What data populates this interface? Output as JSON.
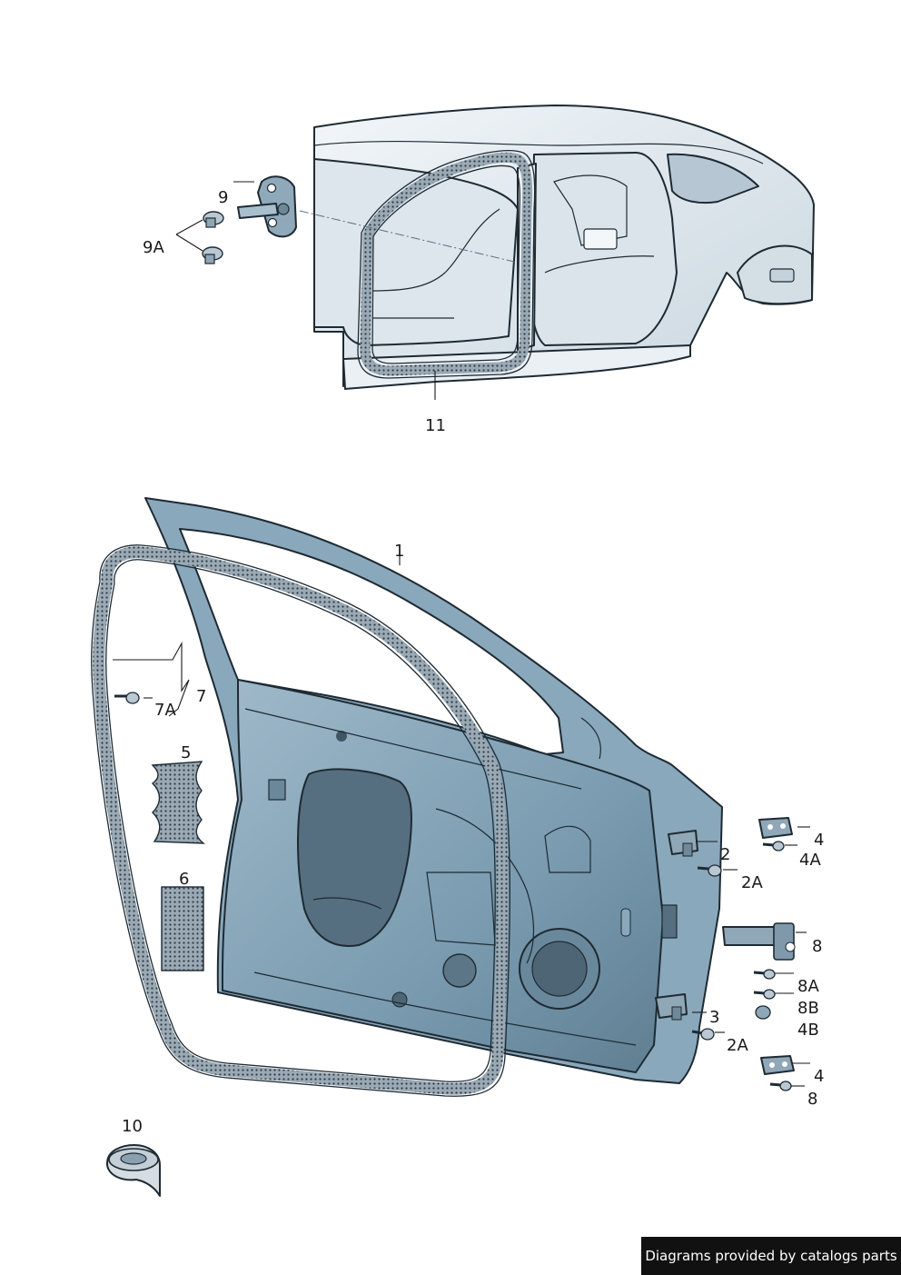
{
  "callouts": {
    "c1": "1",
    "c2": "2",
    "c2a_top": "2A",
    "c2a_bottom": "2A",
    "c3": "3",
    "c4_top": "4",
    "c4_bottom": "4",
    "c4a": "4A",
    "c4b": "4B",
    "c5": "5",
    "c6": "6",
    "c7": "7",
    "c7a": "7A",
    "c8_top": "8",
    "c8_bottom": "8",
    "c8a": "8A",
    "c8b": "8B",
    "c9": "9",
    "c9a": "9A",
    "c10": "10",
    "c11": "11"
  },
  "footer": {
    "text": "Diagrams provided by catalogs parts"
  },
  "colors": {
    "door_panel": "#7a9bb0",
    "door_dark": "#566f80",
    "body_light": "#e6edf2",
    "seal": "#8d9ea9",
    "outline": "#1e2a33",
    "footer_bg": "#111111"
  }
}
